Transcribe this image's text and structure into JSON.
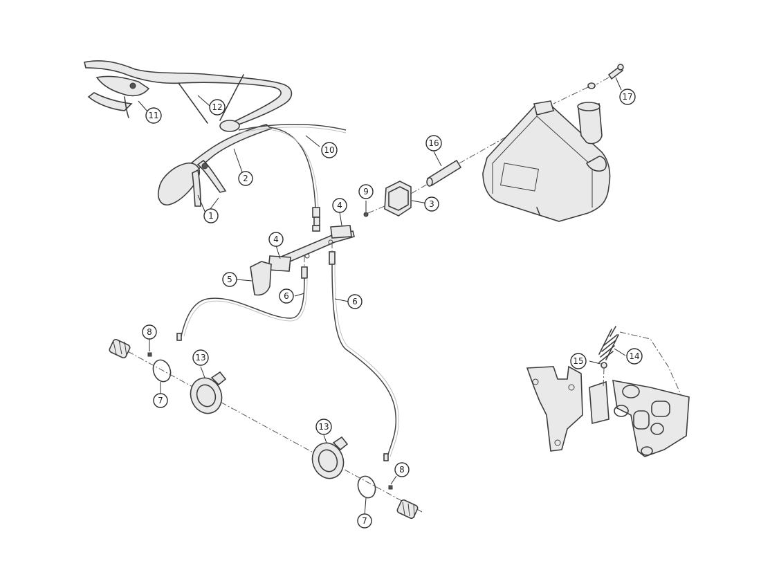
{
  "diagram": {
    "callouts": [
      {
        "id": "c1",
        "label": "1"
      },
      {
        "id": "c2",
        "label": "2"
      },
      {
        "id": "c3",
        "label": "3"
      },
      {
        "id": "c4a",
        "label": "4"
      },
      {
        "id": "c4b",
        "label": "4"
      },
      {
        "id": "c5",
        "label": "5"
      },
      {
        "id": "c6a",
        "label": "6"
      },
      {
        "id": "c6b",
        "label": "6"
      },
      {
        "id": "c7a",
        "label": "7"
      },
      {
        "id": "c7b",
        "label": "7"
      },
      {
        "id": "c8a",
        "label": "8"
      },
      {
        "id": "c8b",
        "label": "8"
      },
      {
        "id": "c9",
        "label": "9"
      },
      {
        "id": "c10",
        "label": "10"
      },
      {
        "id": "c11",
        "label": "11"
      },
      {
        "id": "c12",
        "label": "12"
      },
      {
        "id": "c13a",
        "label": "13"
      },
      {
        "id": "c13b",
        "label": "13"
      },
      {
        "id": "c14",
        "label": "14"
      },
      {
        "id": "c15",
        "label": "15"
      },
      {
        "id": "c16",
        "label": "16"
      },
      {
        "id": "c17",
        "label": "17"
      }
    ]
  }
}
